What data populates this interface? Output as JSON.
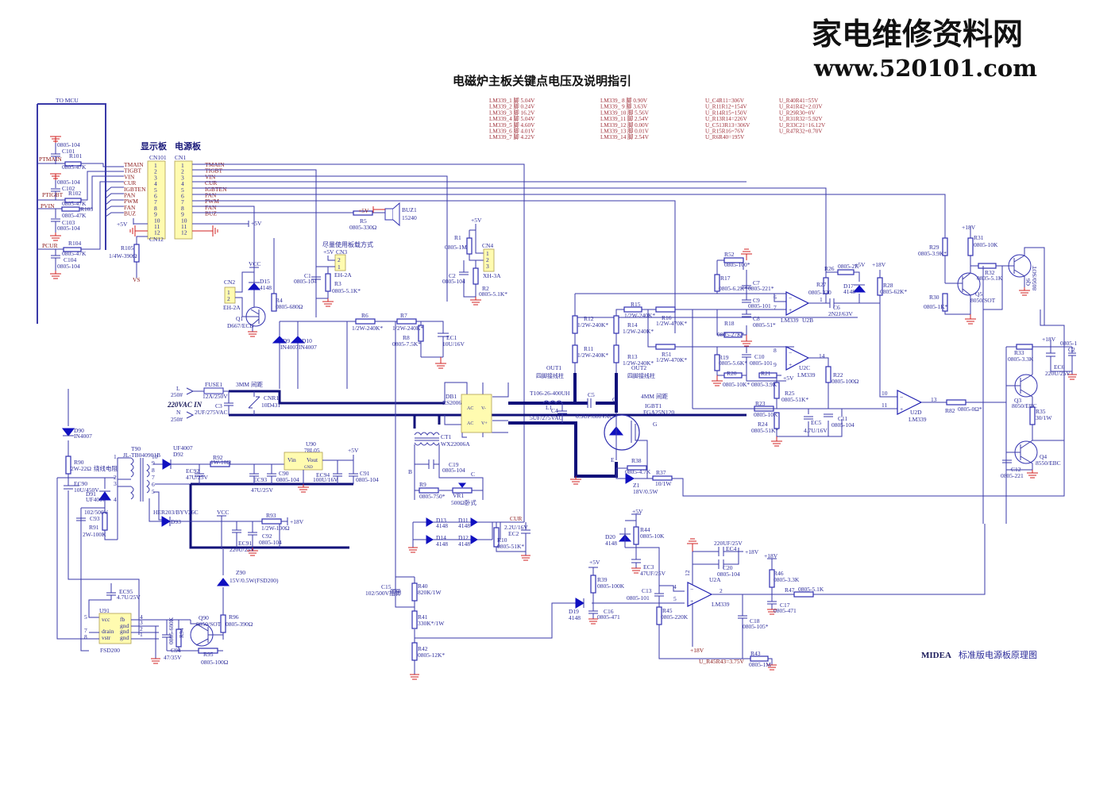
{
  "header": {
    "title": "电磁炉主板关键点电压及说明指引",
    "brand_cn": "家电维修资料网",
    "brand_url": "www.520101.com"
  },
  "voltage_table": {
    "lm339_left": [
      "LM339_1 脚 5.04V",
      "LM339_2 脚 0.24V",
      "LM339_3 脚 16.2V",
      "LM339_4 脚 5.04V",
      "LM339_5 脚 4.60V",
      "LM339_6 脚 4.01V",
      "LM339_7 脚 4.22V"
    ],
    "lm339_right": [
      "LM339_ 8 脚 0.90V",
      "LM339_ 9 脚 3.63V",
      "LM339_10 脚 5.56V",
      "LM339_11 脚 2.54V",
      "LM339_12 脚 0.00V",
      "LM339_13 脚 0.01V",
      "LM339_14 脚 2.54V"
    ],
    "u_col1": [
      "U_C4R11=306V",
      "U_R11R12=154V",
      "U_R14R15=150V",
      "U_R13R14=226V",
      "U_C513R13=306V",
      "U_R15R16=76V",
      "U_R6R40=195V"
    ],
    "u_col2": [
      "U_R40R41=55V",
      "U_R41R42=2.03V",
      "U_R29R30=0V",
      "U_R31R32=5.92V",
      "U_R33C21=16.12V",
      "U_R47R32=0.70V"
    ]
  },
  "mcu_section": {
    "label": "TO MCU",
    "display_board": "显示板",
    "power_board": "电源板",
    "cn101": "CN101",
    "cn1": "CN1",
    "cn12": "CN12",
    "signals": [
      "TMAIN",
      "TIGBT",
      "VIN",
      "CUR",
      "IGBTEN",
      "PAN",
      "PWM",
      "FAN",
      "BUZ"
    ],
    "pins": [
      "1",
      "2",
      "3",
      "4",
      "5",
      "6",
      "7",
      "8",
      "9",
      "10",
      "11",
      "12"
    ],
    "inputs": [
      {
        "net": "PTMAIN",
        "r": "R101",
        "rv": "0805-47K",
        "c": "C101",
        "cv": "0805-104"
      },
      {
        "net": "PTIGBT",
        "r": "R102",
        "rv": "0805-47K",
        "c": "C102",
        "cv": "0805-104"
      },
      {
        "net": "PVIN",
        "r": "R103",
        "rv": "0805-47K",
        "c": "C103",
        "cv": "0805-104"
      },
      {
        "net": "PCUR",
        "r": "R104",
        "rv": "0805-47K",
        "c": "C104",
        "cv": "0805-104"
      }
    ],
    "r105": "R105",
    "r105v": "1/4W-390Ω",
    "vs": "VS",
    "p5v": "+5V"
  },
  "components": {
    "buz": {
      "ref": "BUZ1",
      "val": "15240",
      "r": "R5",
      "rv": "0805-330Ω",
      "vcc": "+5V"
    },
    "cn3": {
      "ref": "CN3",
      "val": "EH-2A",
      "note": "尽量使用板载方式",
      "vcc": "+5V"
    },
    "c1": {
      "ref": "C1",
      "val": "0805-104"
    },
    "r3": {
      "ref": "R3",
      "val": "0805-5.1K*"
    },
    "r1": {
      "ref": "R1",
      "val": "0805-1M"
    },
    "c2": {
      "ref": "C2",
      "val": "0805-104"
    },
    "r2": {
      "ref": "R2",
      "val": "0805-5.1K*"
    },
    "cn4": {
      "ref": "CN4",
      "val": "XH-3A"
    },
    "cn2": {
      "ref": "CN2",
      "val": "EH-2A"
    },
    "d15": {
      "ref": "D15",
      "val": "4148"
    },
    "q1": {
      "ref": "Q1",
      "val": "D667/ECB"
    },
    "r4": {
      "ref": "R4",
      "val": "0805-680Ω"
    },
    "vcc": "VCC",
    "r6": {
      "ref": "R6",
      "val": "1/2W-240K*"
    },
    "r7": {
      "ref": "R7",
      "val": "1/2W-240K*"
    },
    "r8": {
      "ref": "R8",
      "val": "0805-7.5K*"
    },
    "ec1": {
      "ref": "EC1",
      "val": "10U/16V"
    },
    "d9": {
      "ref": "D9",
      "val": "IN4007"
    },
    "d10": {
      "ref": "D10",
      "val": "IN4007"
    },
    "fuse": {
      "ref": "FUSE1",
      "val": "12A/250V",
      "gap": "3MM 间距"
    },
    "c3": {
      "ref": "C3",
      "val": "2UF/275VAC"
    },
    "cnr1": {
      "ref": "CNR1",
      "val": "10D431"
    },
    "acin": {
      "label": "220VAC IN",
      "l": "L",
      "n": "N",
      "l250": "250#",
      "n250": "250#"
    },
    "db1": {
      "ref": "DB1",
      "val": "RS2006",
      "pins": [
        "AC",
        "AC",
        "V-",
        "V+"
      ]
    },
    "ct1": {
      "ref": "CT1",
      "val": "WX22006A"
    },
    "l1": {
      "ref": "L1",
      "val": "T106-26-400UH"
    },
    "c4": {
      "ref": "C4",
      "val": "5UF/275VAC"
    },
    "c5": {
      "ref": "C5",
      "val": "0.3UF/800VAC"
    },
    "out1": {
      "ref": "OUT1",
      "val": "四脚接线柱"
    },
    "out2": {
      "ref": "OUT2",
      "val": "四脚接线柱"
    },
    "igbt": {
      "ref": "IGBT1",
      "val": "FGA25N120",
      "gap": "4MM 间距",
      "c": "C",
      "g": "G",
      "e": "E"
    },
    "r38": {
      "ref": "R38",
      "val": "0805-4.7K"
    },
    "r37": {
      "ref": "R37",
      "val": "10/1W"
    },
    "z1": {
      "ref": "Z1",
      "val": "18V/0.5W"
    },
    "c19": {
      "ref": "C19",
      "val": "0805-104"
    },
    "r9": {
      "ref": "R9",
      "val": "0805-750*"
    },
    "vr1": {
      "ref": "VR1",
      "val": "500Ω卧式"
    },
    "d11": {
      "ref": "D11",
      "val": "4148"
    },
    "d12": {
      "ref": "D12",
      "val": "4148"
    },
    "d13": {
      "ref": "D13",
      "val": "4148"
    },
    "d14": {
      "ref": "D14",
      "val": "4148"
    },
    "r10": {
      "ref": "R10",
      "val": "0805-51K*"
    },
    "ec2": {
      "ref": "EC2",
      "val": "2.2U/16V"
    },
    "cur": "CUR",
    "b_label": "B",
    "c_label": "C",
    "c15": {
      "ref": "C15",
      "val": "102/500V插脚"
    },
    "r40": {
      "ref": "R40",
      "val": "820K/1W"
    },
    "r41": {
      "ref": "R41",
      "val": "330K*/1W"
    },
    "r42": {
      "ref": "R42",
      "val": "0805-12K*"
    },
    "r12": {
      "ref": "R12",
      "val": "1/2W-240K*"
    },
    "r11": {
      "ref": "R11",
      "val": "1/2W-240K*"
    },
    "r15": {
      "ref": "R15",
      "val": "1/2W-240K*"
    },
    "r14": {
      "ref": "R14",
      "val": "1/2W-240K*"
    },
    "r13": {
      "ref": "R13",
      "val": "1/2W-240K*"
    },
    "r16": {
      "ref": "R16",
      "val": "1/2W-470K*"
    },
    "r51": {
      "ref": "R51",
      "val": "1/2W-470K*"
    },
    "r52": {
      "ref": "R52",
      "val": "0805-100*"
    },
    "r17": {
      "ref": "R17",
      "val": "0805-6.2K*"
    },
    "c7": {
      "ref": "C7",
      "val": "0805-221*"
    },
    "c9": {
      "ref": "C9",
      "val": "0805-101"
    },
    "c8": {
      "ref": "C8",
      "val": "0805-51*"
    },
    "r18": {
      "ref": "R18",
      "val": "0805-27K*"
    },
    "u2b": {
      "ref": "U2B",
      "val": "LM339"
    },
    "u2c": {
      "ref": "U2C",
      "val": "LM339"
    },
    "u2d": {
      "ref": "U2D",
      "val": "LM339"
    },
    "u2a": {
      "ref": "U2A",
      "val": "LM339"
    },
    "r19": {
      "ref": "R19",
      "val": "0805-5.6K*"
    },
    "c10": {
      "ref": "C10",
      "val": "0805-101"
    },
    "r20": {
      "ref": "R20",
      "val": "0805-10K*"
    },
    "r21": {
      "ref": "R21",
      "val": "0805-3.9K"
    },
    "r25": {
      "ref": "R25",
      "val": "0805-51K*"
    },
    "r23": {
      "ref": "R23",
      "val": "0805-10K"
    },
    "r24": {
      "ref": "R24",
      "val": "0805-51K*"
    },
    "ec5": {
      "ref": "EC5",
      "val": "4.7U/16V"
    },
    "c11": {
      "ref": "C11",
      "val": "0805-104"
    },
    "r22": {
      "ref": "R22",
      "val": "0805-100Ω"
    },
    "r26": {
      "ref": "R26",
      "val": "0805-2K"
    },
    "r27": {
      "ref": "R27",
      "val": "0805-330"
    },
    "d17": {
      "ref": "D17",
      "val": "4148"
    },
    "c6": {
      "ref": "C6",
      "val": "2N2J/63V"
    },
    "r28": {
      "ref": "R28",
      "val": "0805-62K*"
    },
    "r29": {
      "ref": "R29",
      "val": "0805-3.9K*"
    },
    "r30": {
      "ref": "R30",
      "val": "0805-1K*"
    },
    "r31": {
      "ref": "R31",
      "val": "0805-10K"
    },
    "r32": {
      "ref": "R32",
      "val": "0805-5.1K"
    },
    "q5": {
      "ref": "Q5",
      "val": "8050/SOT"
    },
    "q6": {
      "ref": "Q6",
      "val": "8050/SOT"
    },
    "r33": {
      "ref": "R33",
      "val": "0805-3.3K"
    },
    "ec6": {
      "ref": "EC6",
      "val": "220U/25V"
    },
    "c21": {
      "ref": "C2",
      "val": "0805-1"
    },
    "q3": {
      "ref": "Q3",
      "val": "8050/EBC"
    },
    "r35": {
      "ref": "R35",
      "val": "30/1W"
    },
    "q4": {
      "ref": "Q4",
      "val": "8550/EBC"
    },
    "c12": {
      "ref": "C12",
      "val": "0805-221"
    },
    "r82": {
      "ref": "R82",
      "val": "0805-0Ω*"
    },
    "p18v": "+18V",
    "p5v": "+5V",
    "d20": {
      "ref": "D20",
      "val": "4148"
    },
    "r44": {
      "ref": "R44",
      "val": "0805-10K"
    },
    "ec3": {
      "ref": "EC3",
      "val": "47UF/25V"
    },
    "r39": {
      "ref": "R39",
      "val": "0805-100K"
    },
    "d19": {
      "ref": "D19",
      "val": "4148"
    },
    "c16": {
      "ref": "C16",
      "val": "0805-471"
    },
    "c13": {
      "ref": "C13",
      "val": "0805-101"
    },
    "r45": {
      "ref": "R45",
      "val": "0805-220K"
    },
    "ec4": {
      "ref": "EC4",
      "val": "220UF/25V"
    },
    "c20": {
      "ref": "C20",
      "val": "0805-104"
    },
    "c18": {
      "ref": "C18",
      "val": "0805-105*"
    },
    "r46": {
      "ref": "R46",
      "val": "0805-3.3K"
    },
    "r47": {
      "ref": "R47",
      "val": "0805-5.1K"
    },
    "c17": {
      "ref": "C17",
      "val": "0805-471"
    },
    "r43": {
      "ref": "R43",
      "val": "0805-1M"
    },
    "u_r45r43": "U_R45R43=3.75V",
    "d90": {
      "ref": "D90",
      "val": "IN4007"
    },
    "r90": {
      "ref": "R90",
      "val": "2W-22Ω",
      "note": "绕线电阻"
    },
    "ec90": {
      "ref": "EC90",
      "val": "10U/450V"
    },
    "d91": {
      "ref": "D91",
      "val": "UF4007"
    },
    "c93": {
      "ref": "C93",
      "val": "102/500V"
    },
    "r91": {
      "ref": "R91",
      "val": "2W-100K"
    },
    "t90": {
      "ref": "T90",
      "val": "JL-TB040901B",
      "pins": [
        "1",
        "2",
        "3",
        "4",
        "10",
        "9",
        "8",
        "7",
        "6",
        "5"
      ]
    },
    "d92": {
      "ref": "D92",
      "val": "UF4007"
    },
    "r92": {
      "ref": "R92",
      "val": "1W-10Ω"
    },
    "ec92": {
      "ref": "EC92",
      "val": "47U/25V"
    },
    "ec93": {
      "ref": "EC93",
      "val": "47U/25V"
    },
    "c90": {
      "ref": "C90",
      "val": "0805-104"
    },
    "u90": {
      "ref": "U90",
      "val": "78L05",
      "vin": "Vin",
      "vout": "Vout",
      "gnd": "GND"
    },
    "ec94": {
      "ref": "EC94",
      "val": "100U/16V"
    },
    "c91": {
      "ref": "C91",
      "val": "0805-104"
    },
    "d93": {
      "ref": "D93",
      "val": "HER203/BYV26C"
    },
    "ec91": {
      "ref": "EC91",
      "val": "220U/25V"
    },
    "r93": {
      "ref": "R93",
      "val": "1/2W-100Ω"
    },
    "c92": {
      "ref": "C92",
      "val": "0805-104"
    },
    "z90": {
      "ref": "Z90",
      "val": "15V/0.5W(FSD200)"
    },
    "ec95": {
      "ref": "EC95",
      "val": "4.7U/25V"
    },
    "u91": {
      "ref": "U91",
      "val": "FSD200",
      "pins_left": [
        "vcc",
        "drain",
        "vstr"
      ],
      "pins_right": [
        "fb",
        "gnd",
        "gnd",
        "gnd"
      ]
    },
    "q90": {
      "ref": "Q90",
      "val": "8050/SOT"
    },
    "r94": {
      "ref": "R94",
      "val": "0805-680K"
    },
    "c94": {
      "ref": "C94",
      "val": "47/35V"
    },
    "r95": {
      "ref": "R95",
      "val": "0805-100Ω"
    },
    "r96": {
      "ref": "R96",
      "val": "0805-390Ω"
    }
  },
  "footer": {
    "brand": "MIDEA",
    "caption": "标准版电源板原理图"
  }
}
